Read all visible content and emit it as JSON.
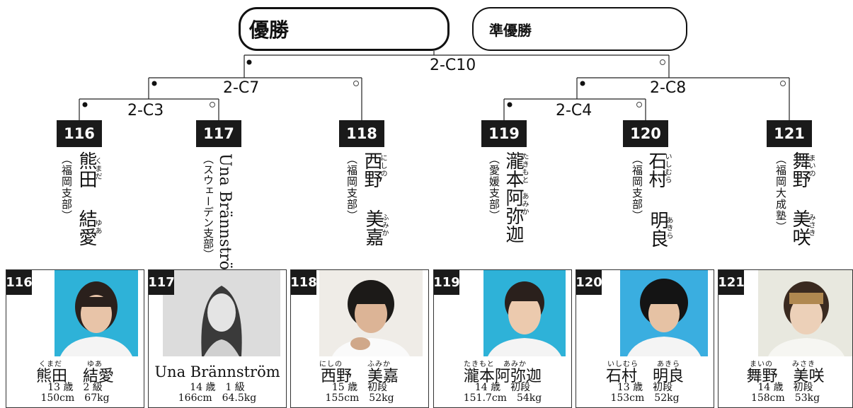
{
  "headers": {
    "winner": "優勝",
    "runner_up": "準優勝"
  },
  "matches": {
    "final": "2-C10",
    "semi_left": "2-C7",
    "semi_right": "2-C8",
    "qf_left": "2-C3",
    "qf_right": "2-C4"
  },
  "entrants": [
    {
      "num": "116",
      "affiliation": "（福岡支部）",
      "surname": "熊田",
      "given": "結愛",
      "ruby_surname": "くまだ",
      "ruby_given": "ゆあ",
      "age": "13 歳",
      "rank": "2 級",
      "height": "150cm",
      "weight": "67kg",
      "card_ruby1": "くまだ",
      "card_ruby2": "ゆあ"
    },
    {
      "num": "117",
      "affiliation": "（スウェーデン支部）",
      "surname": "Una Brännström",
      "given": "",
      "ruby_surname": "",
      "ruby_given": "",
      "age": "14 歳",
      "rank": "1 級",
      "height": "166cm",
      "weight": "64.5kg",
      "card_ruby1": "",
      "card_ruby2": ""
    },
    {
      "num": "118",
      "affiliation": "（福岡支部）",
      "surname": "西野",
      "given": "美嘉",
      "ruby_surname": "にしの",
      "ruby_given": "ふみか",
      "age": "15 歳",
      "rank": "初段",
      "height": "155cm",
      "weight": "52kg",
      "card_ruby1": "にしの",
      "card_ruby2": "ふみか"
    },
    {
      "num": "119",
      "affiliation": "（愛媛支部）",
      "surname": "瀧本",
      "given": "阿弥迦",
      "ruby_surname": "たきもと",
      "ruby_given": "あみか",
      "age": "14 歳",
      "rank": "初段",
      "height": "151.7cm",
      "weight": "54kg",
      "card_ruby1": "たきもと",
      "card_ruby2": "あみか"
    },
    {
      "num": "120",
      "affiliation": "（福岡支部）",
      "surname": "石村",
      "given": "明良",
      "ruby_surname": "いしむら",
      "ruby_given": "あきら",
      "age": "13 歳",
      "rank": "初段",
      "height": "153cm",
      "weight": "52kg",
      "card_ruby1": "いしむら",
      "card_ruby2": "あきら"
    },
    {
      "num": "121",
      "affiliation": "（福岡大成塾）",
      "surname": "舞野",
      "given": "美咲",
      "ruby_surname": "まいの",
      "ruby_given": "みさき",
      "age": "14 歳",
      "rank": "初段",
      "height": "158cm",
      "weight": "53kg",
      "card_ruby1": "まいの",
      "card_ruby2": "みさき"
    }
  ],
  "card_names": [
    "熊田　結愛",
    "Una Brännström",
    "西野　美嘉",
    "瀧本阿弥迦",
    "石村　明良",
    "舞野　美咲"
  ],
  "colors": {
    "box": "#1a1a1a",
    "line": "#222222",
    "photo_bg_blue": "#2eb2d8"
  }
}
